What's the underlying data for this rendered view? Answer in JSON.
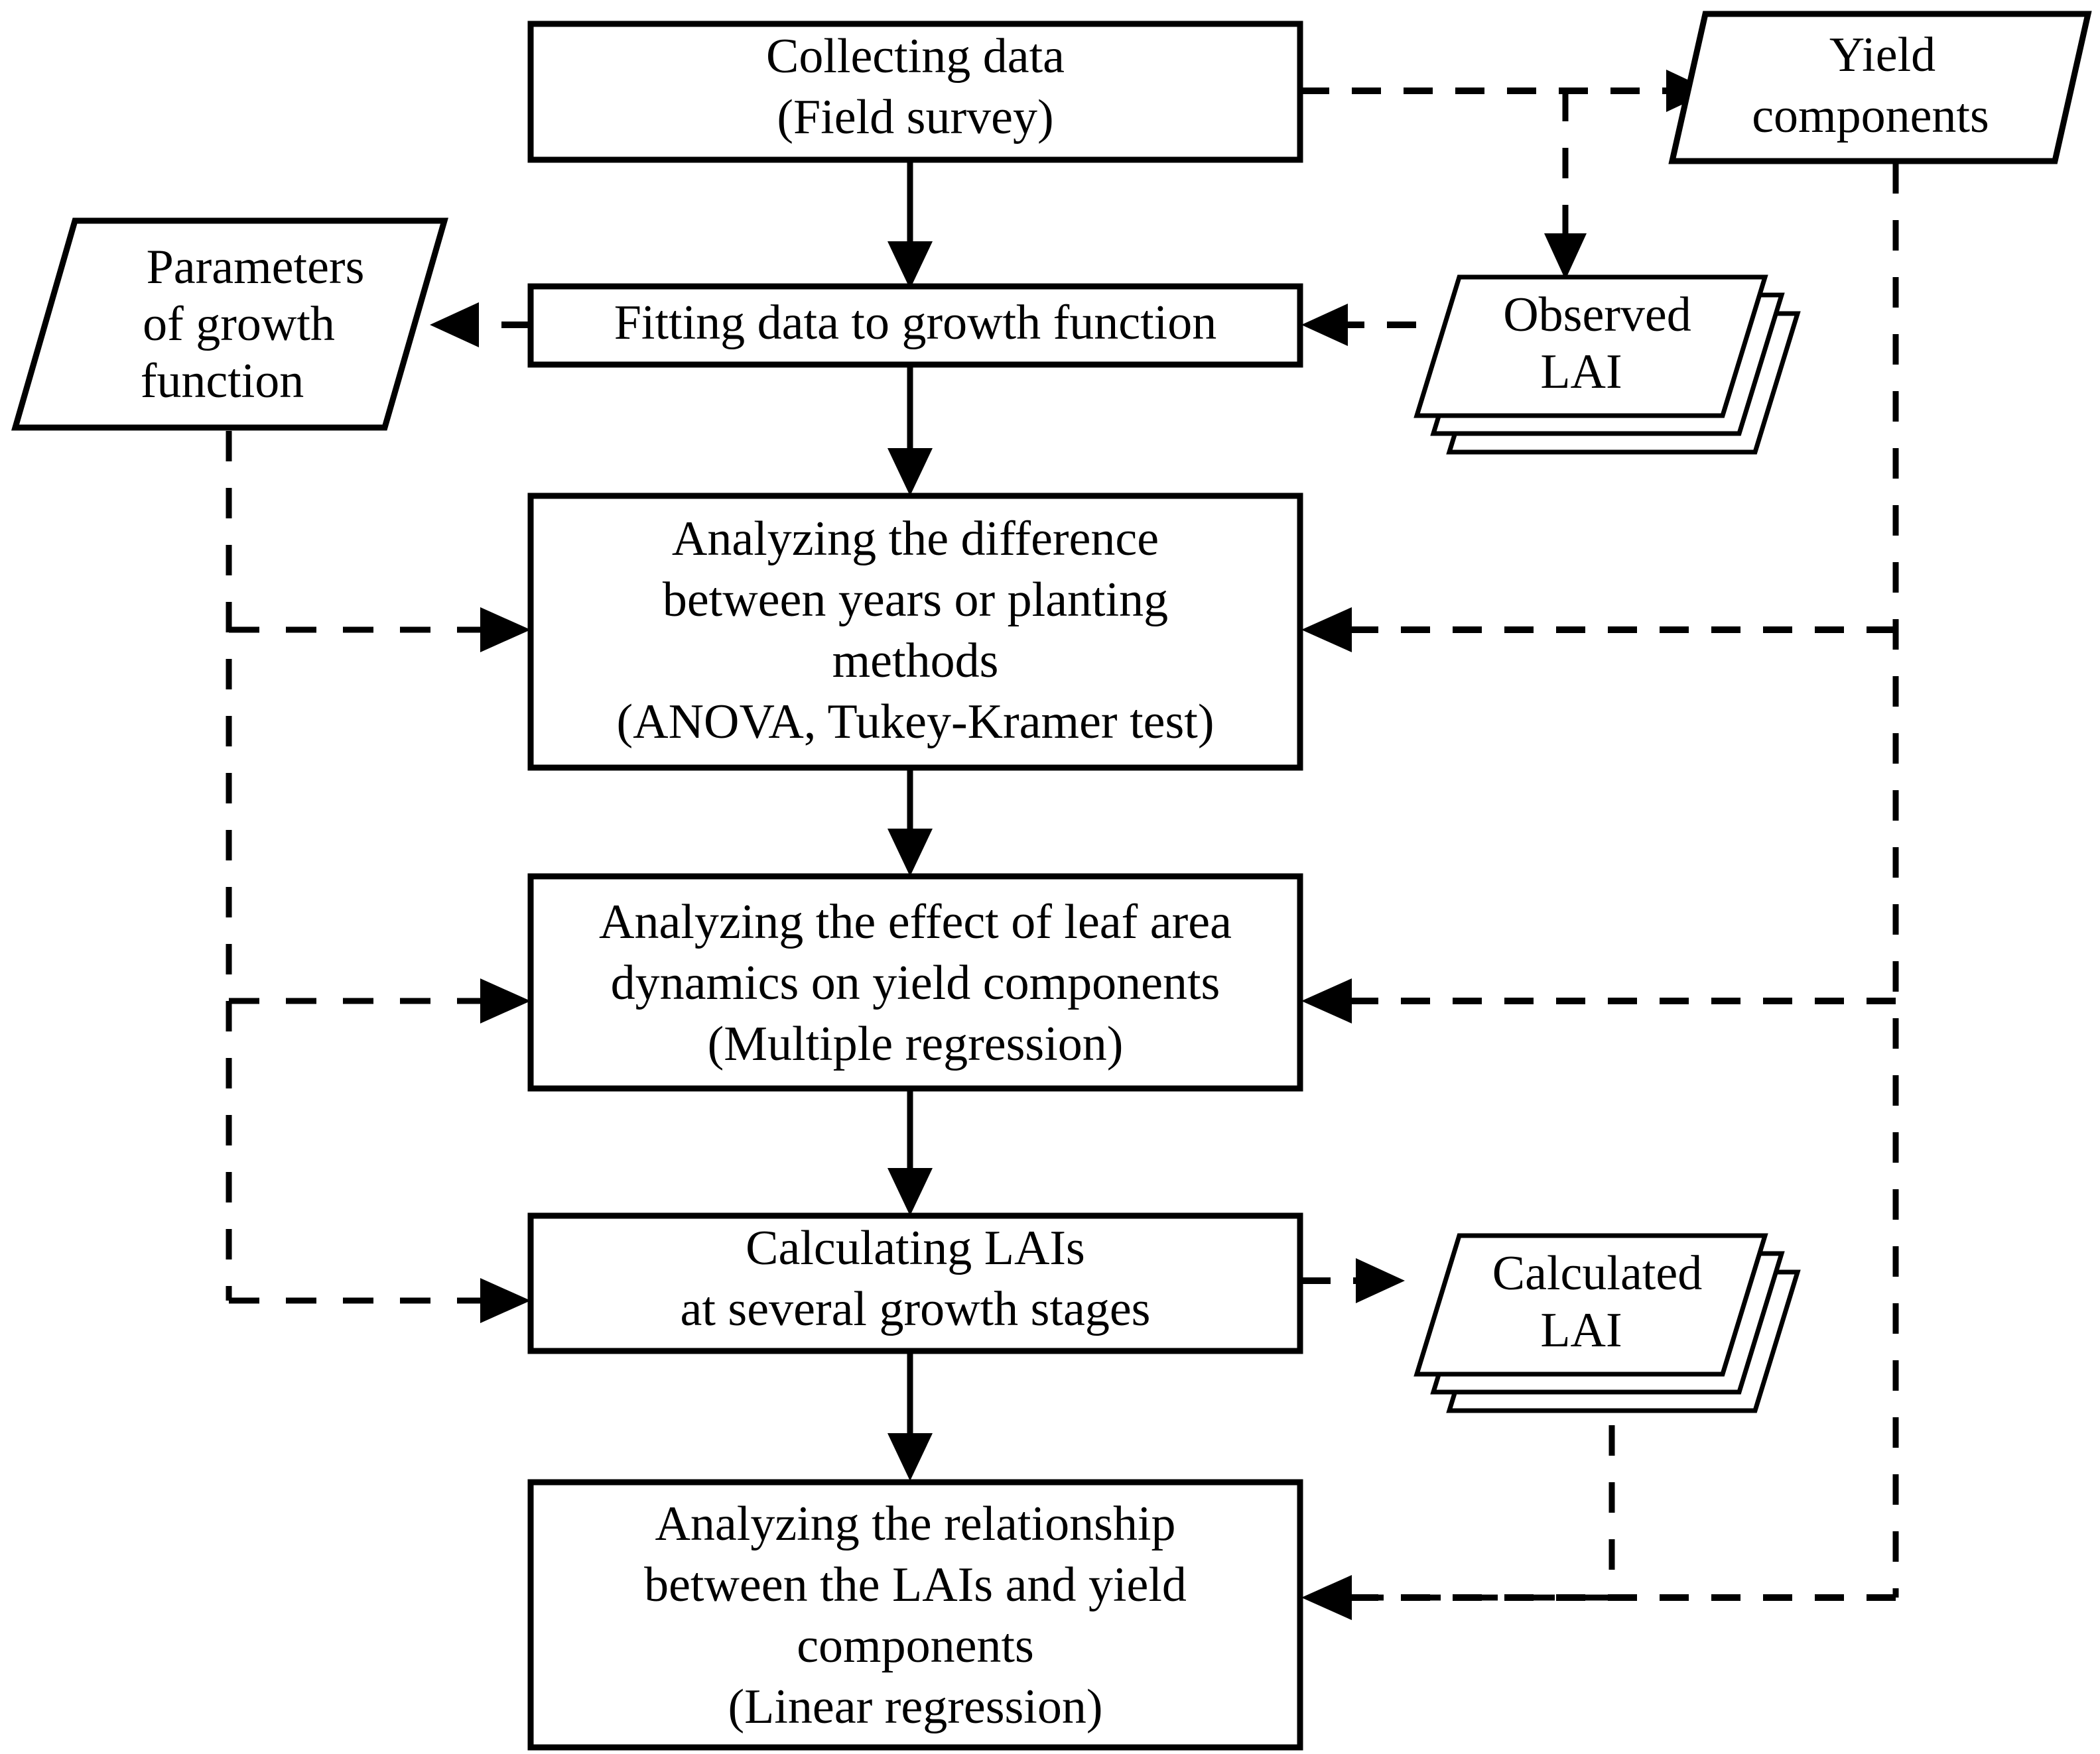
{
  "diagram": {
    "title": "Research workflow flowchart for leaf area index (LAI) analysis",
    "background_color": "#ffffff",
    "line_color": "#000000",
    "process_nodes": [
      {
        "id": "collecting-data",
        "shape": "rectangle",
        "lines": [
          "Collecting data",
          "(Field survey)"
        ]
      },
      {
        "id": "fitting-data",
        "shape": "rectangle",
        "lines": [
          "Fitting data to growth function"
        ]
      },
      {
        "id": "analyzing-difference",
        "shape": "rectangle",
        "lines": [
          "Analyzing the difference",
          "between years or planting",
          "methods",
          "(ANOVA, Tukey-Kramer test)"
        ]
      },
      {
        "id": "analyzing-effect",
        "shape": "rectangle",
        "lines": [
          "Analyzing the effect of leaf area",
          "dynamics on yield components",
          "(Multiple regression)"
        ]
      },
      {
        "id": "calculating-lais",
        "shape": "rectangle",
        "lines": [
          "Calculating LAIs",
          "at several growth stages"
        ]
      },
      {
        "id": "analyzing-relationship",
        "shape": "rectangle",
        "lines": [
          "Analyzing the relationship",
          "between the LAIs and yield",
          "components",
          "(Linear regression)"
        ]
      }
    ],
    "data_nodes": [
      {
        "id": "yield-components",
        "shape": "parallelogram",
        "lines": [
          "Yield",
          "components"
        ]
      },
      {
        "id": "parameters-growth-function",
        "shape": "parallelogram",
        "lines": [
          "Parameters",
          "of growth",
          "function"
        ]
      },
      {
        "id": "observed-lai",
        "shape": "parallelogram-stack",
        "stack_count": 3,
        "lines": [
          "Observed",
          "LAI"
        ]
      },
      {
        "id": "calculated-lai",
        "shape": "parallelogram-stack",
        "stack_count": 3,
        "lines": [
          "Calculated",
          "LAI"
        ]
      }
    ],
    "edges": [
      {
        "id": "e-collecting-to-fitting",
        "from": "collecting-data",
        "to": "fitting-data",
        "style": "solid"
      },
      {
        "id": "e-fitting-to-difference",
        "from": "fitting-data",
        "to": "analyzing-difference",
        "style": "solid"
      },
      {
        "id": "e-difference-to-effect",
        "from": "analyzing-difference",
        "to": "analyzing-effect",
        "style": "solid"
      },
      {
        "id": "e-effect-to-calculating",
        "from": "analyzing-effect",
        "to": "calculating-lais",
        "style": "solid"
      },
      {
        "id": "e-calculating-to-relationship",
        "from": "calculating-lais",
        "to": "analyzing-relationship",
        "style": "solid"
      },
      {
        "id": "e-collecting-to-yield",
        "from": "collecting-data",
        "to": "yield-components",
        "style": "dashed"
      },
      {
        "id": "e-collecting-to-observed",
        "from": "collecting-data",
        "to": "observed-lai",
        "style": "dashed"
      },
      {
        "id": "e-observed-to-fitting",
        "from": "observed-lai",
        "to": "fitting-data",
        "style": "dashed"
      },
      {
        "id": "e-fitting-to-parameters",
        "from": "fitting-data",
        "to": "parameters-growth-function",
        "style": "dashed"
      },
      {
        "id": "e-parameters-to-difference",
        "from": "parameters-growth-function",
        "to": "analyzing-difference",
        "style": "dashed"
      },
      {
        "id": "e-parameters-to-effect",
        "from": "parameters-growth-function",
        "to": "analyzing-effect",
        "style": "dashed"
      },
      {
        "id": "e-parameters-to-calculating",
        "from": "parameters-growth-function",
        "to": "calculating-lais",
        "style": "dashed"
      },
      {
        "id": "e-yield-to-difference",
        "from": "yield-components",
        "to": "analyzing-difference",
        "style": "dashed"
      },
      {
        "id": "e-yield-to-effect",
        "from": "yield-components",
        "to": "analyzing-effect",
        "style": "dashed"
      },
      {
        "id": "e-yield-to-relationship",
        "from": "yield-components",
        "to": "analyzing-relationship",
        "style": "dashed"
      },
      {
        "id": "e-calculating-to-calculated",
        "from": "calculating-lais",
        "to": "calculated-lai",
        "style": "dashed"
      },
      {
        "id": "e-calculated-to-relationship",
        "from": "calculated-lai",
        "to": "analyzing-relationship",
        "style": "dashed"
      }
    ]
  }
}
